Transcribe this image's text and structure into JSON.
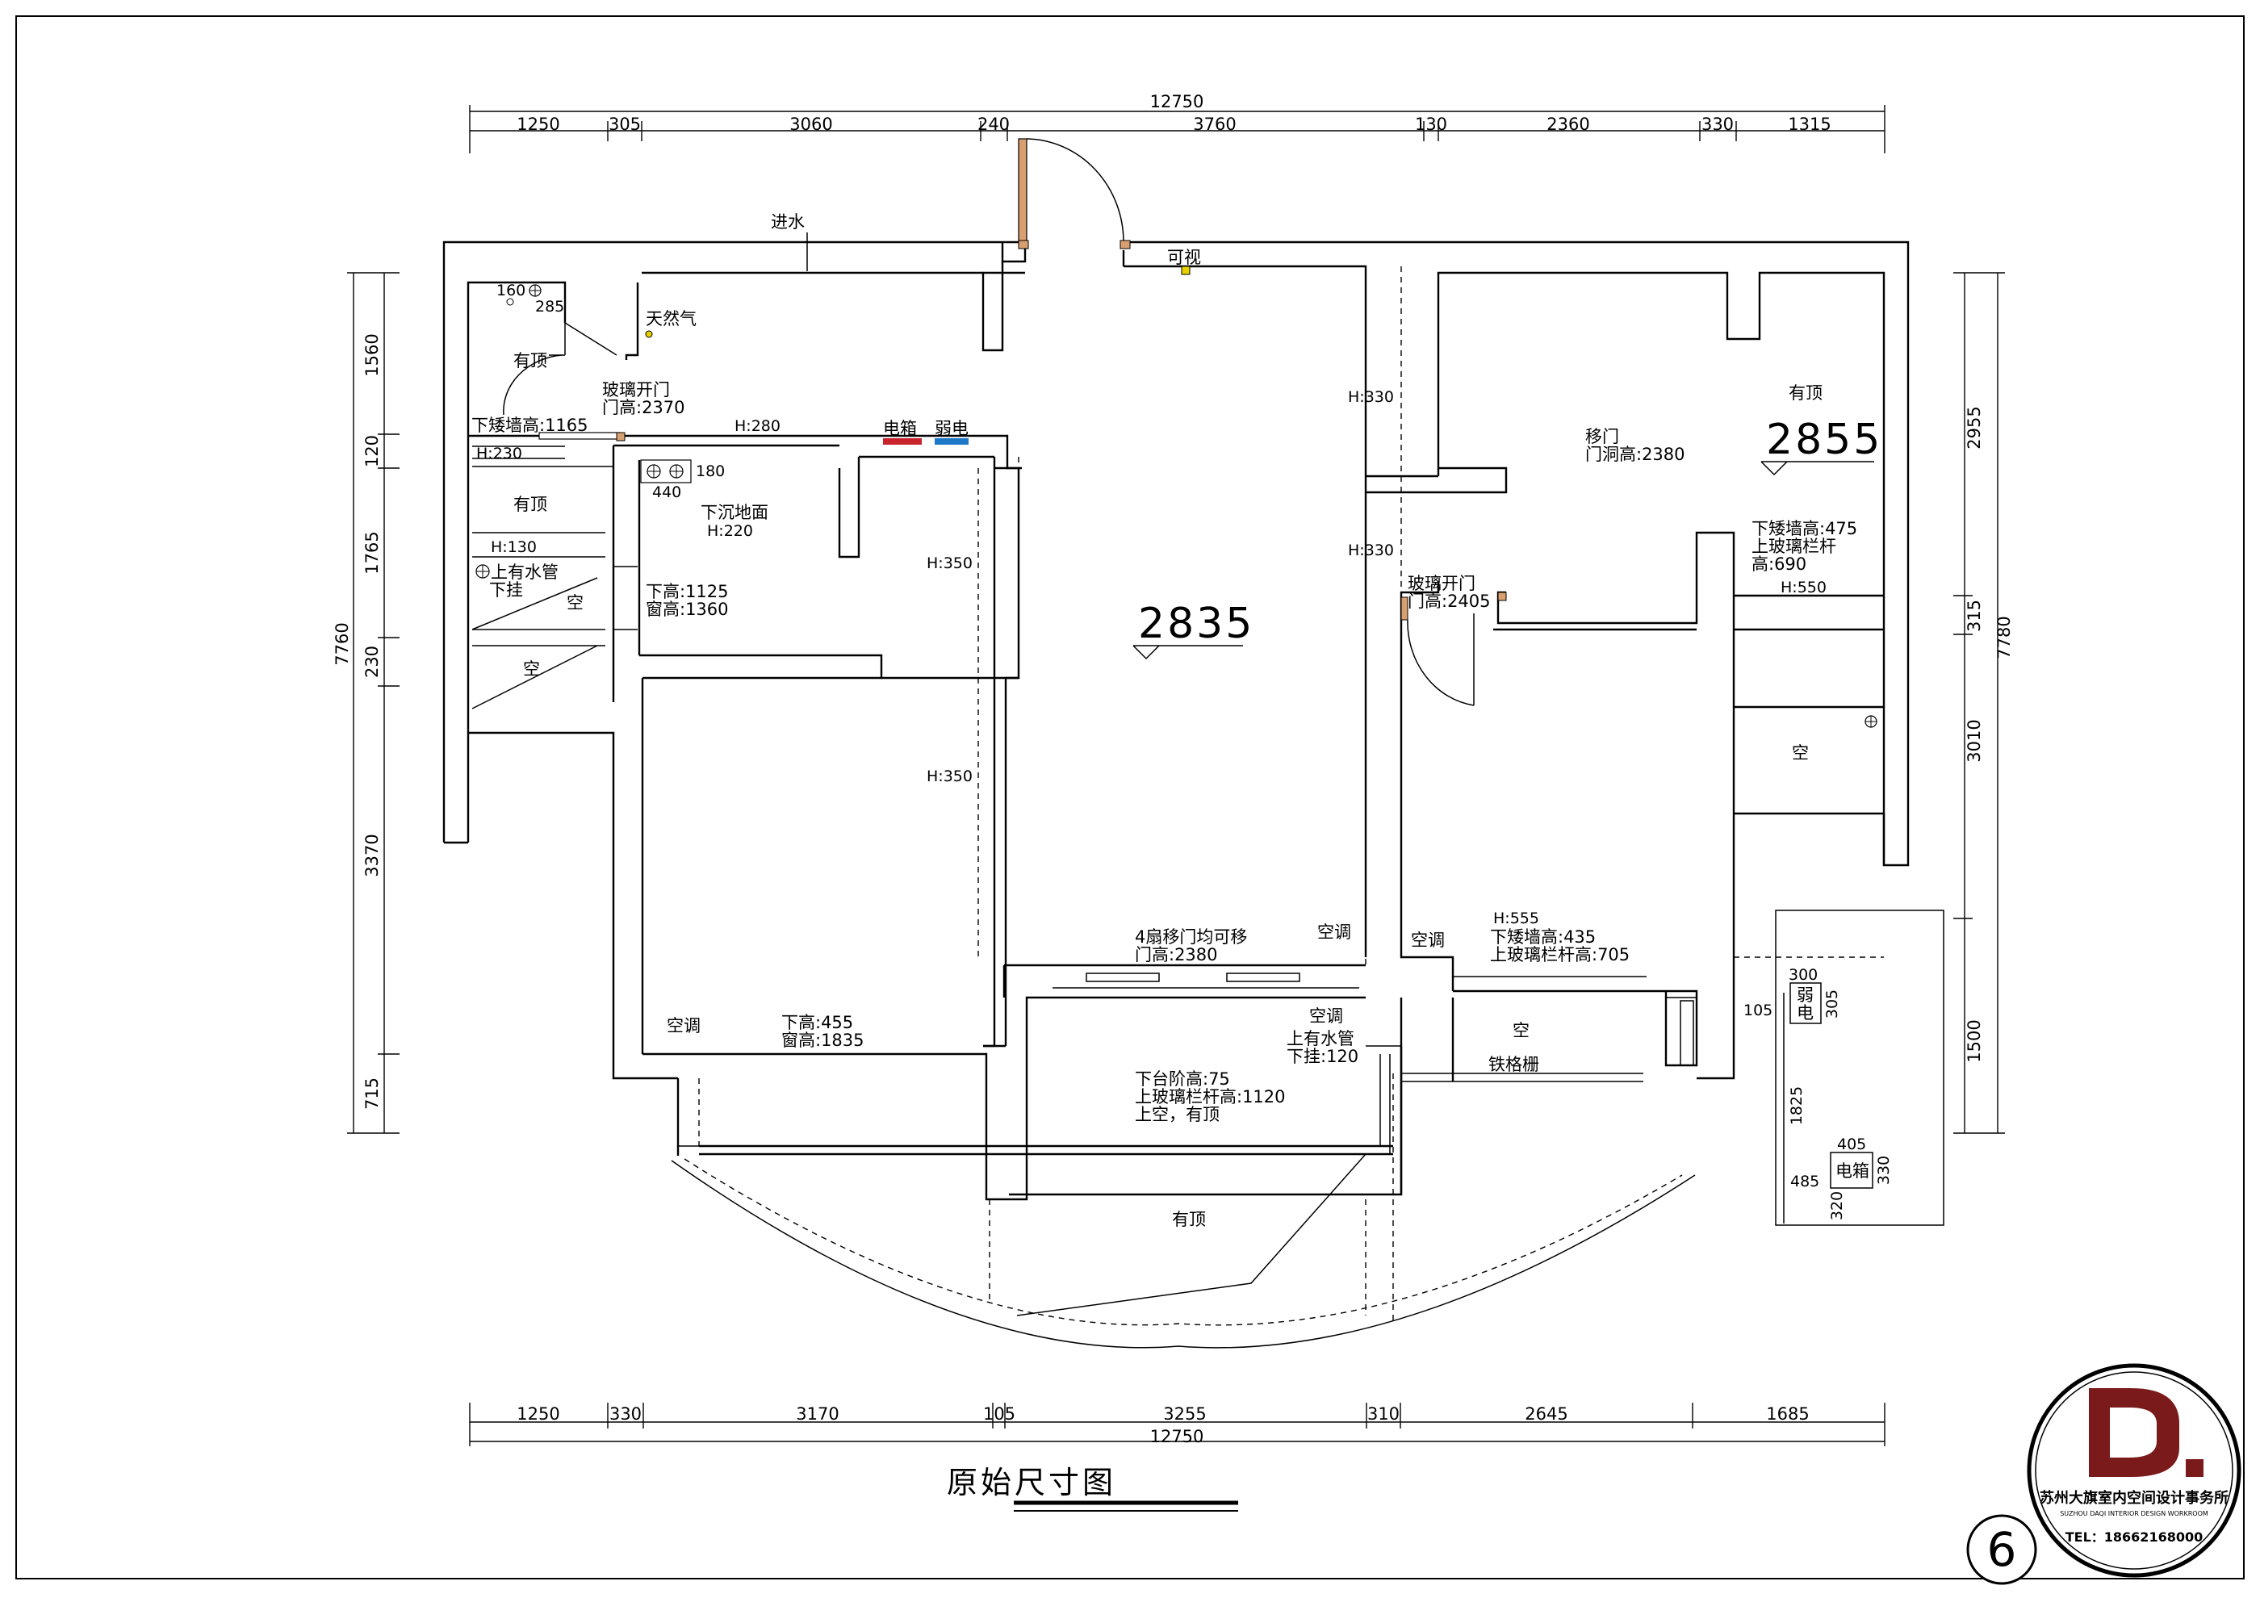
{
  "drawing": {
    "title": "原始尺寸图",
    "sheet_number": "6"
  },
  "logo": {
    "letter": "D.",
    "company_cn": "苏州大旗室内空间设计事务所",
    "company_en": "SUZHOU DAQI INTERIOR DESIGN WORKROOM",
    "tel": "TEL：18662168000",
    "brand_color": "#7a1a1a"
  },
  "dimensions": {
    "top_total": "12750",
    "top": [
      "1250",
      "305",
      "3060",
      "240",
      "3760",
      "130",
      "2360",
      "330",
      "1315"
    ],
    "bottom_total": "12750",
    "bottom": [
      "1250",
      "330",
      "3170",
      "105",
      "3255",
      "310",
      "2645",
      "1685"
    ],
    "left_total": "7760",
    "left": [
      "1560",
      "120",
      "1765",
      "230",
      "3370",
      "715"
    ],
    "right_total": "7780",
    "right": [
      "2955",
      "315",
      "3010",
      "1500"
    ]
  },
  "room_heights": {
    "living": "2835",
    "bedroom": "2855"
  },
  "labels": {
    "water_inlet": "进水",
    "visible": "可视",
    "gas": "天然气",
    "roofed_1": "有顶",
    "glass_door_1": "玻璃开门",
    "glass_door_1_h": "门高:2370",
    "low_wall_1": "下矮墙高:1165",
    "h280": "H:280",
    "elec_box": "电箱",
    "weak_elec": "弱电",
    "h230": "H:230",
    "n160": "160",
    "n285": "285",
    "n180": "180",
    "n440": "440",
    "sunken_floor": "下沉地面",
    "sunken_h": "H:220",
    "roofed_2": "有顶",
    "h130": "H:130",
    "water_pipe_1": "上有水管",
    "hang_1": "下挂",
    "empty_1": "空",
    "empty_2": "空",
    "sill_1": "下高:1125",
    "window_1": "窗高:1360",
    "h350_a": "H:350",
    "h350_b": "H:350",
    "h330_a": "H:330",
    "h330_b": "H:330",
    "sliding_door": "移门",
    "sliding_door_h": "门洞高:2380",
    "roofed_3": "有顶",
    "low_wall_2": "下矮墙高:475",
    "glass_rail_2": "上玻璃栏杆",
    "glass_rail_2_h": "高:690",
    "h550": "H:550",
    "glass_door_2": "玻璃开门",
    "glass_door_2_h": "门高:2405",
    "empty_3": "空",
    "four_sliding": "4扇移门均可移",
    "four_sliding_h": "门高:2380",
    "ac_1": "空调",
    "ac_2": "空调",
    "ac_3": "空调",
    "ac_4": "空调",
    "h555": "H:555",
    "low_wall_3": "下矮墙高:435",
    "glass_rail_3": "上玻璃栏杆高:705",
    "sill_2": "下高:455",
    "window_2": "窗高:1835",
    "water_pipe_2": "上有水管",
    "hang_2": "下挂:120",
    "step": "下台阶高:75",
    "glass_rail_4": "上玻璃栏杆高:1120",
    "open_roof": "上空，有顶",
    "empty_4": "空",
    "iron_grille": "铁格栅",
    "roofed_4": "有顶"
  },
  "detail": {
    "n300": "300",
    "n305": "305",
    "n105": "105",
    "weak_elec": "弱电",
    "n1825": "1825",
    "n405": "405",
    "elec_box": "电箱",
    "n330": "330",
    "n485": "485",
    "n320": "320"
  },
  "colors": {
    "elec_box": "#c8232c",
    "weak_elec": "#1e78c8",
    "door_frame": "#d8a070",
    "gas_point": "#e8d000"
  }
}
